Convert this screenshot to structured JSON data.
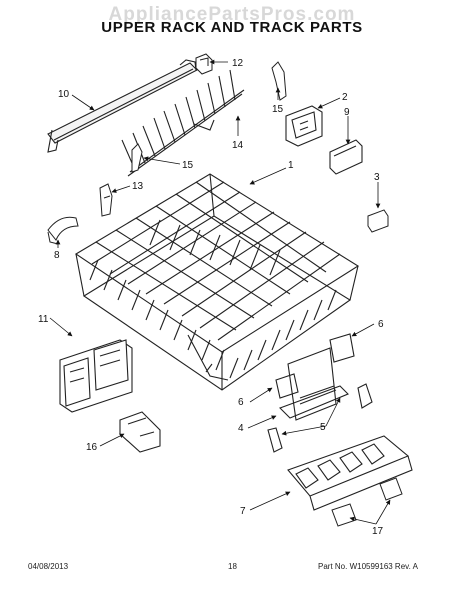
{
  "watermark": "AppliancePartsPros.com",
  "title": "UPPER RACK AND TRACK PARTS",
  "callouts": [
    {
      "id": "c12",
      "label": "12"
    },
    {
      "id": "c10",
      "label": "10"
    },
    {
      "id": "c15a",
      "label": "15"
    },
    {
      "id": "c2",
      "label": "2"
    },
    {
      "id": "c9",
      "label": "9"
    },
    {
      "id": "c14",
      "label": "14"
    },
    {
      "id": "c15b",
      "label": "15"
    },
    {
      "id": "c1",
      "label": "1"
    },
    {
      "id": "c13",
      "label": "13"
    },
    {
      "id": "c3",
      "label": "3"
    },
    {
      "id": "c8",
      "label": "8"
    },
    {
      "id": "c11",
      "label": "11"
    },
    {
      "id": "c6a",
      "label": "6"
    },
    {
      "id": "c6b",
      "label": "6"
    },
    {
      "id": "c4",
      "label": "4"
    },
    {
      "id": "c5",
      "label": "5"
    },
    {
      "id": "c16",
      "label": "16"
    },
    {
      "id": "c7",
      "label": "7"
    },
    {
      "id": "c17",
      "label": "17"
    }
  ],
  "footer": {
    "date": "04/08/2013",
    "page": "18",
    "part_no": "Part No. W10599163  Rev. A"
  }
}
